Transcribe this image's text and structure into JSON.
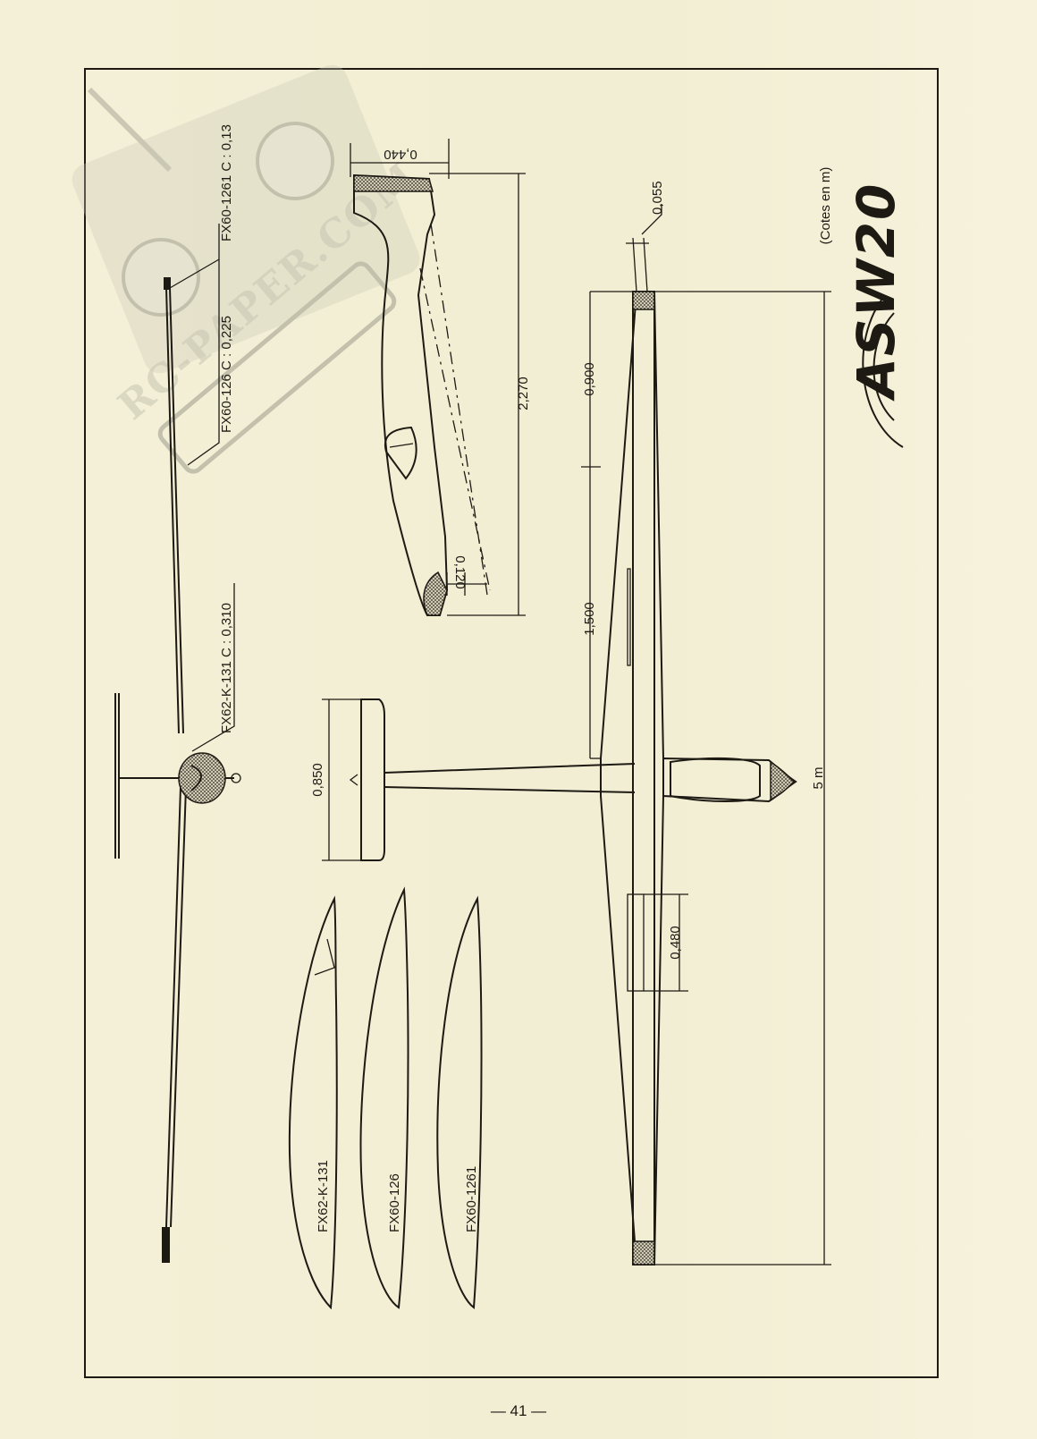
{
  "profiles": {
    "root_callout": "FX62-K-131   C : 0,310",
    "mid_callout": "FX60-126   C : 0,225",
    "tip_callout": "FX60-1261   C : 0,13",
    "section_labels": [
      "FX62-K-131",
      "FX60-126",
      "FX60-1261"
    ]
  },
  "dimensions": {
    "fuselage_height": "0,440",
    "fuselage_length": "2,270",
    "tail_offset": "0,120",
    "stab_span": "0,850",
    "dihedral": "0,055",
    "outer_panel": "0,900",
    "inner_panel": "1,500",
    "aileron": "0,480",
    "span": "5 m"
  },
  "units_note": "(Cotes en m)",
  "logo": {
    "text": "ASW20"
  },
  "watermark": {
    "text": "RC-PAPER.COM"
  },
  "page_number": "— 41 —",
  "colors": {
    "ink": "#1d1a14",
    "paper": "#f3efd6",
    "watermark": "#b8b6a4"
  }
}
